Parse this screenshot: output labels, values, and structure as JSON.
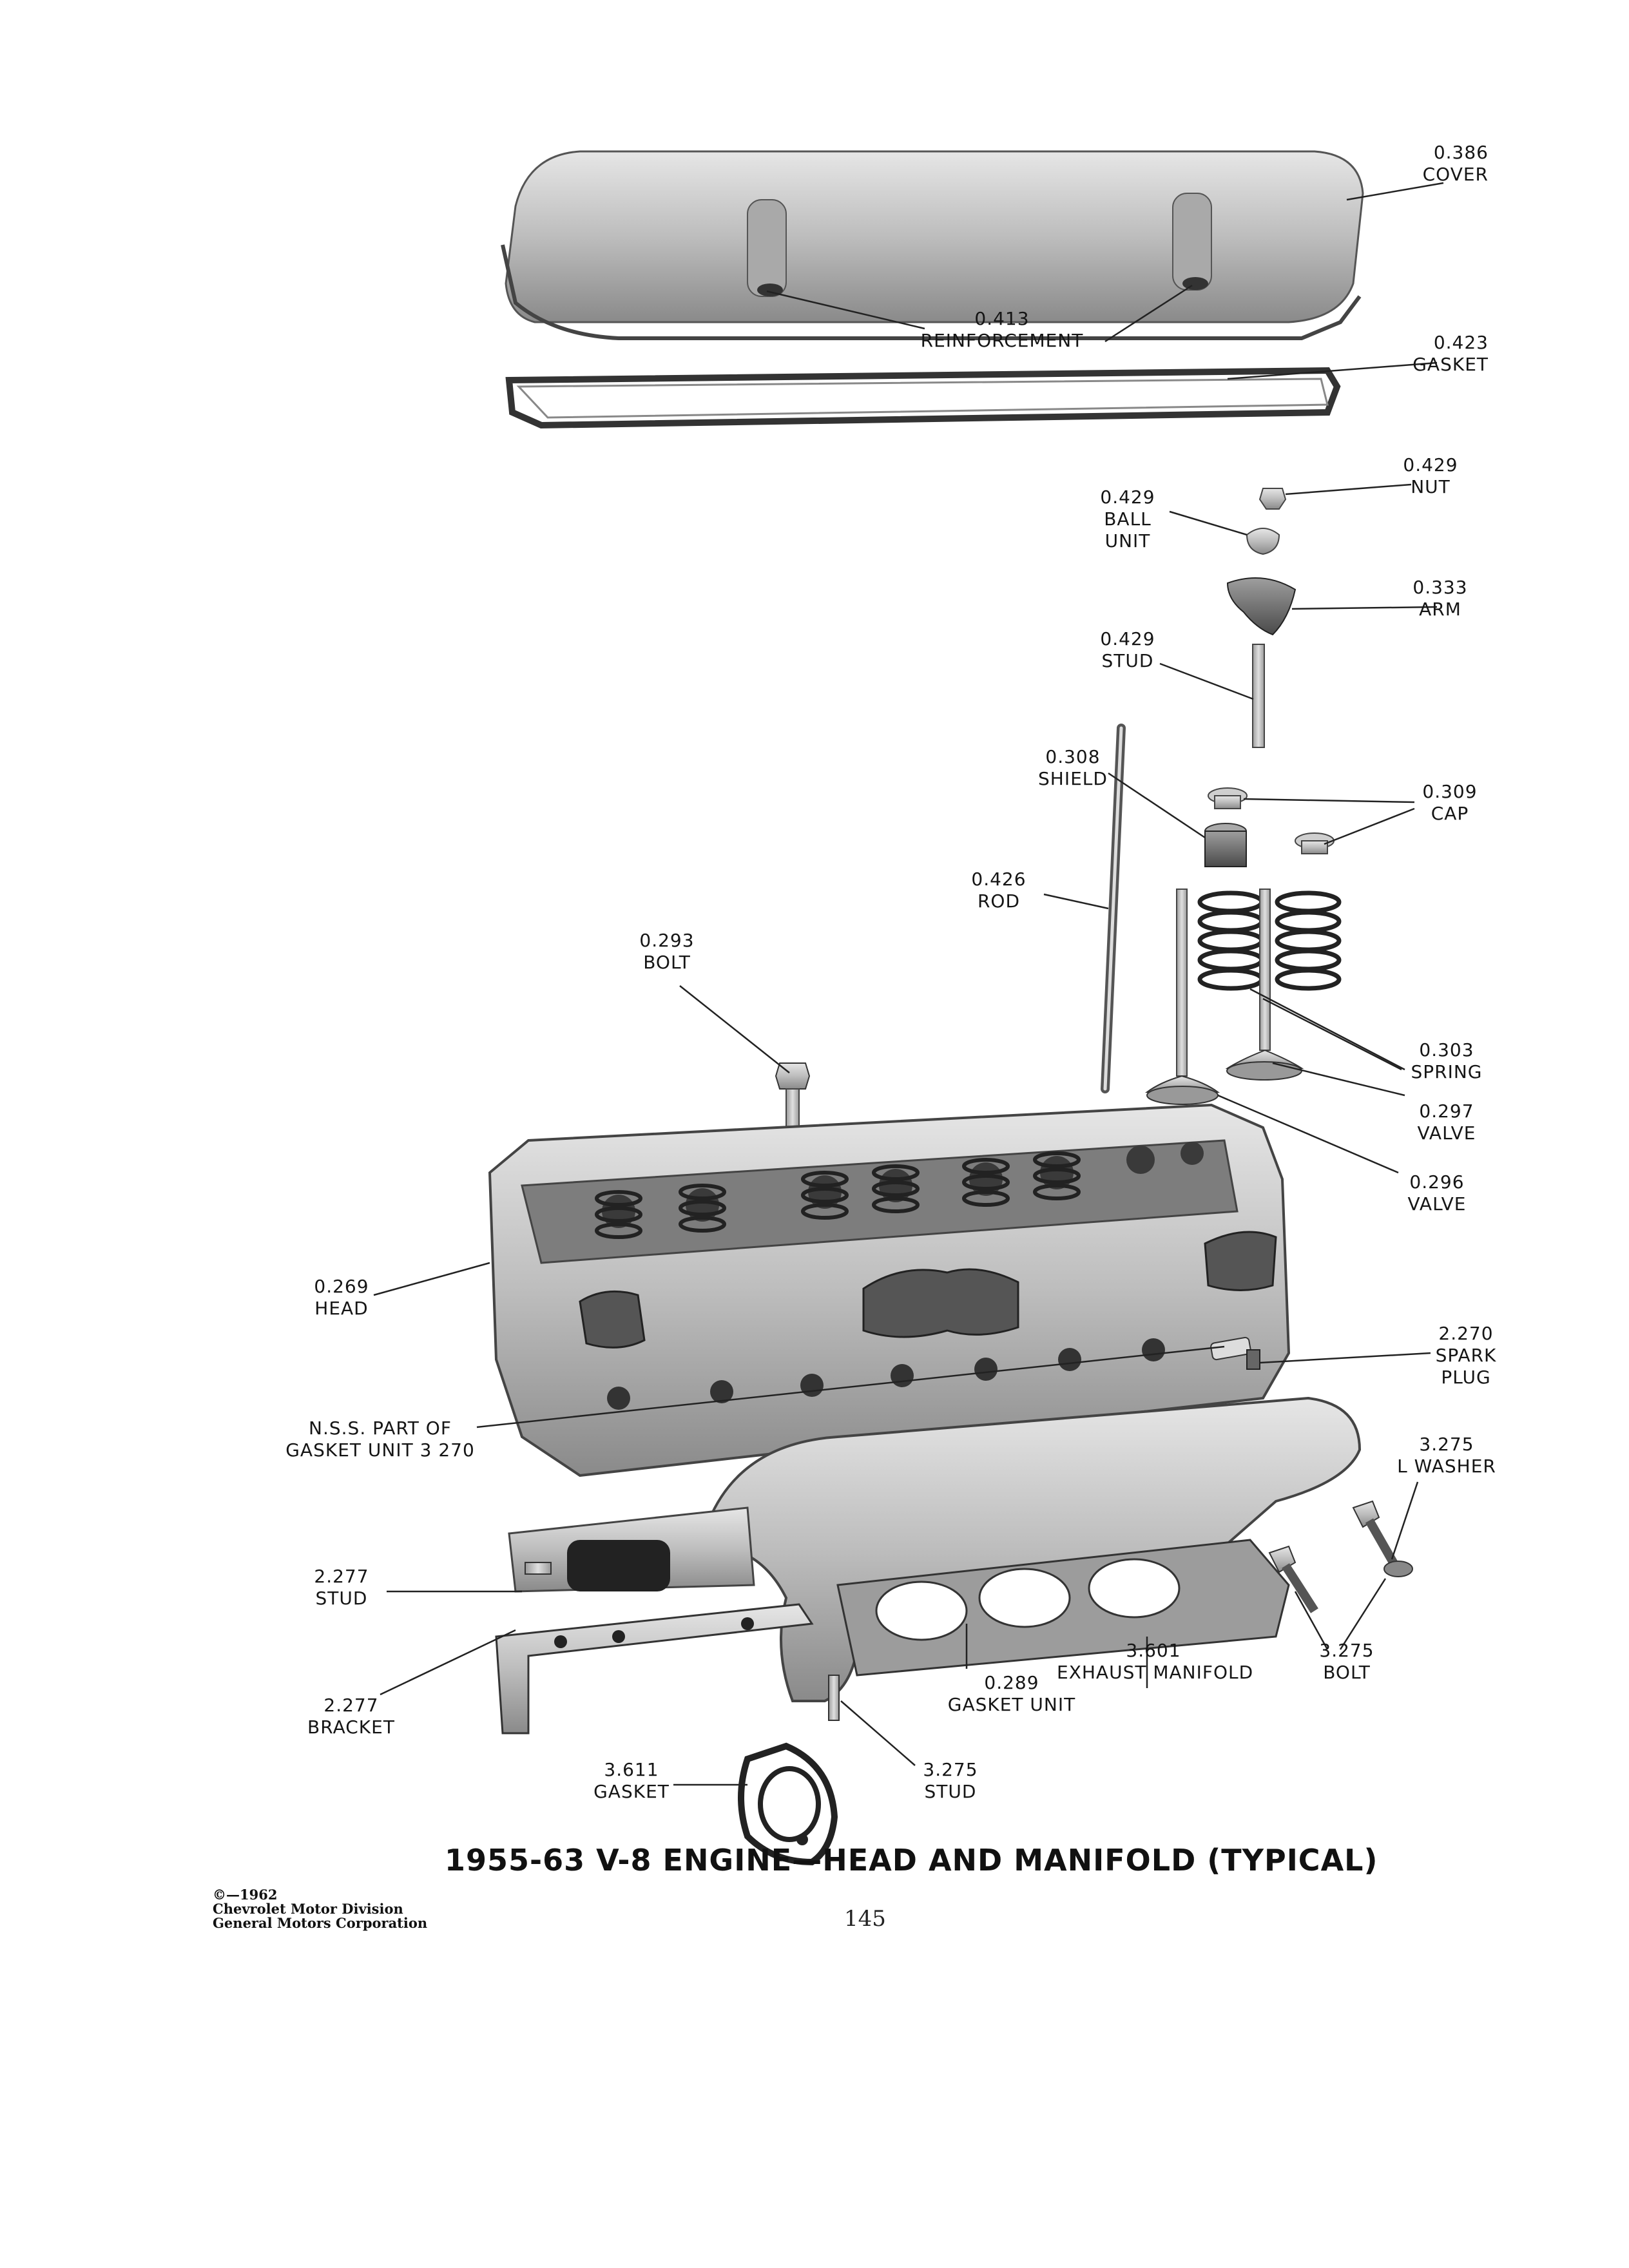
{
  "callouts": {
    "cover": {
      "num": "0.386",
      "name": "COVER"
    },
    "reinforcement": {
      "num": "0.413",
      "name": "REINFORCEMENT"
    },
    "gasket_top": {
      "num": "0.423",
      "name": "GASKET"
    },
    "nut": {
      "num": "0.429",
      "name": "NUT"
    },
    "ball_unit": {
      "num": "0.429",
      "name": "BALL",
      "name2": "UNIT"
    },
    "arm": {
      "num": "0.333",
      "name": "ARM"
    },
    "stud_rocker": {
      "num": "0.429",
      "name": "STUD"
    },
    "shield": {
      "num": "0.308",
      "name": "SHIELD"
    },
    "cap": {
      "num": "0.309",
      "name": "CAP"
    },
    "rod": {
      "num": "0.426",
      "name": "ROD"
    },
    "bolt_head": {
      "num": "0.293",
      "name": "BOLT"
    },
    "spring": {
      "num": "0.303",
      "name": "SPRING"
    },
    "valve_297": {
      "num": "0.297",
      "name": "VALVE"
    },
    "valve_296": {
      "num": "0.296",
      "name": "VALVE"
    },
    "head": {
      "num": "0.269",
      "name": "HEAD"
    },
    "spark_plug": {
      "num": "2.270",
      "name": "SPARK",
      "name2": "PLUG"
    },
    "nss": {
      "line1": "N.S.S. PART OF",
      "line2": "GASKET UNIT 3 270"
    },
    "l_washer": {
      "num": "3.275",
      "name": "L WASHER"
    },
    "stud_277": {
      "num": "2.277",
      "name": "STUD"
    },
    "bracket": {
      "num": "2.277",
      "name": "BRACKET"
    },
    "exhaust_manifold": {
      "num": "3.601",
      "name": "EXHAUST MANIFOLD"
    },
    "bolt_275": {
      "num": "3.275",
      "name": "BOLT"
    },
    "gasket_unit": {
      "num": "0.289",
      "name": "GASKET UNIT"
    },
    "gasket_611": {
      "num": "3.611",
      "name": "GASKET"
    },
    "stud_275": {
      "num": "3.275",
      "name": "STUD"
    }
  },
  "title": "1955-63 V-8 ENGINE—HEAD AND MANIFOLD (TYPICAL)",
  "copyright": {
    "line1": "©—1962",
    "line2": "Chevrolet Motor Division",
    "line3": "General Motors Corporation"
  },
  "page_number": "145"
}
